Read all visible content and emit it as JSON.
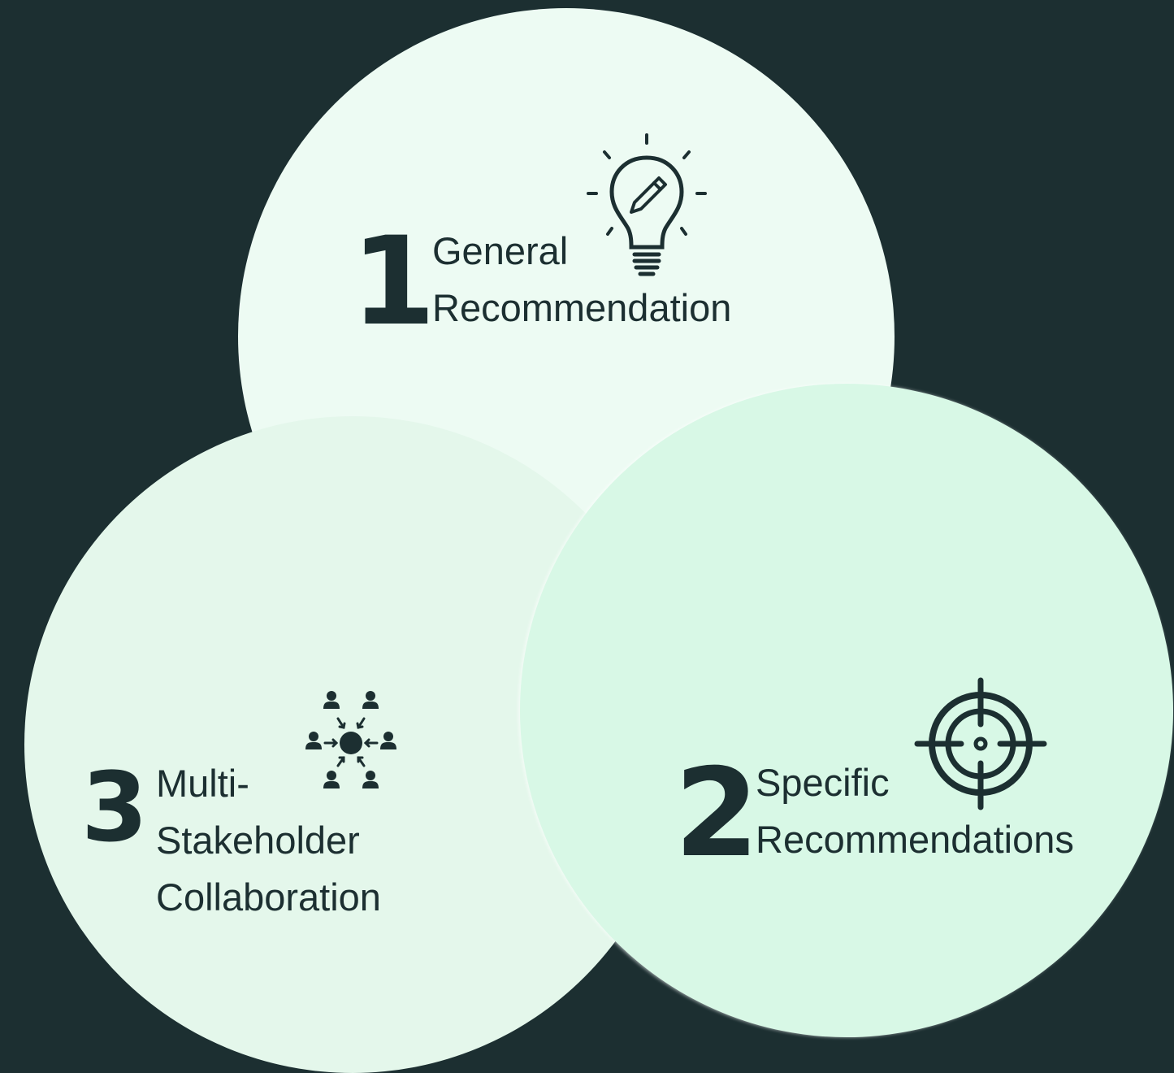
{
  "items": [
    {
      "number": "1",
      "lines": [
        "General",
        "Recommendation"
      ],
      "icon": "lightbulb-pencil-icon"
    },
    {
      "number": "2",
      "lines": [
        "Specific",
        "Recommendations"
      ],
      "icon": "target-crosshair-icon"
    },
    {
      "number": "3",
      "lines": [
        "Multi-",
        "Stakeholder",
        "Collaboration"
      ],
      "icon": "network-people-icon"
    }
  ],
  "colors": {
    "background": "#1c2f31",
    "circle_1": "#edfbf3",
    "circle_2": "#d8f8e6",
    "circle_3": "#e4f7eb",
    "text": "#1c2f31"
  }
}
